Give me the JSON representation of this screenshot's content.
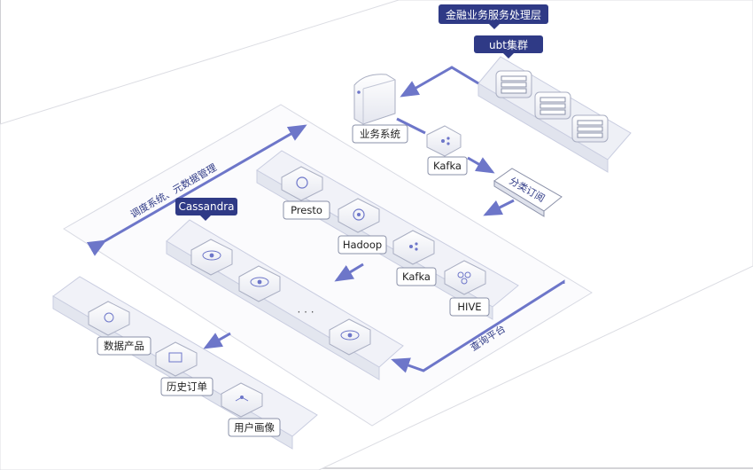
{
  "header": {
    "title": "金融业务服务处理层",
    "cluster_label": "ubt集群"
  },
  "nodes": {
    "business_system": "业务系统",
    "kafka_top": "Kafka",
    "subscription": "分类订阅",
    "cassandra": "Cassandra",
    "presto": "Presto",
    "hadoop": "Hadoop",
    "kafka_mid": "Kafka",
    "hive": "HIVE",
    "data_product": "数据产品",
    "history_order": "历史订单",
    "user_portrait": "用户画像",
    "ellipsis": "· · ·"
  },
  "arrows": {
    "scheduler_label": "调度系统、元数据管理",
    "query_label": "查询平台"
  },
  "colors": {
    "accent": "#6d76c9",
    "label_dark": "#2f3a86",
    "plate": "#f7f8fc",
    "plate_stroke": "#c9cde0"
  }
}
